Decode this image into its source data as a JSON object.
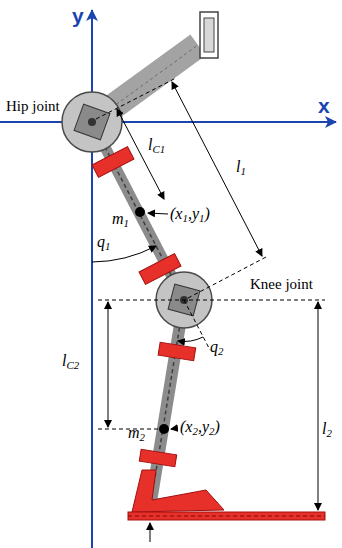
{
  "diagram": {
    "labels": [
      "y",
      "x",
      "Hip joint",
      "lC1",
      "l1",
      "(x1,y1)",
      "m1",
      "q1",
      "Knee joint",
      "lC2",
      "q2",
      "(x2,y2)",
      "m2",
      "l2"
    ]
  }
}
